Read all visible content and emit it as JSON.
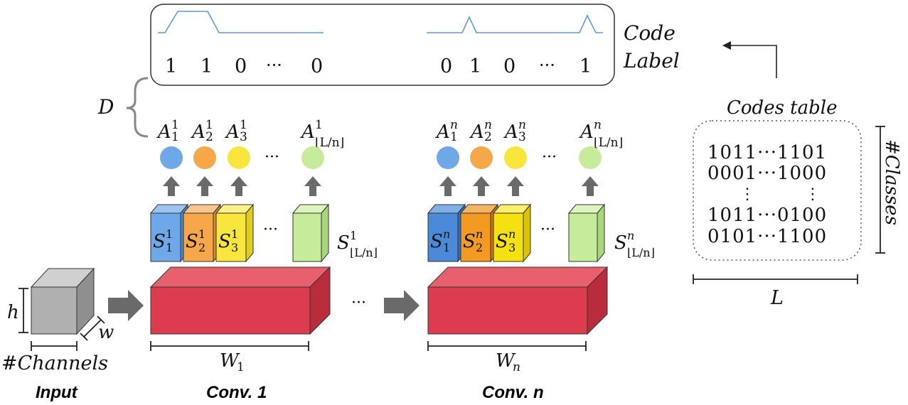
{
  "code_label": {
    "title_line1": "Code",
    "title_line2": "Label",
    "bits_left": [
      "1",
      "1",
      "0",
      "···",
      "0"
    ],
    "bits_right": [
      "0",
      "1",
      "0",
      "···",
      "1"
    ]
  },
  "dimension_d": "D",
  "conv1": {
    "activations": [
      "A",
      "A",
      "A",
      "···",
      "A"
    ],
    "activation_sub": [
      "1",
      "2",
      "3",
      "",
      "⌊L/n⌋"
    ],
    "activation_sup": "1",
    "segments": [
      "S",
      "S",
      "S",
      "···"
    ],
    "segment_sub": [
      "1",
      "2",
      "3"
    ],
    "segment_last": "S",
    "segment_last_sub": "⌊L/n⌋",
    "width": "W",
    "width_sub": "1",
    "caption": "Conv. 1"
  },
  "convn": {
    "activations": [
      "A",
      "A",
      "A",
      "···",
      "A"
    ],
    "activation_sub": [
      "1",
      "2",
      "3",
      "",
      "⌊L/n⌋"
    ],
    "activation_sup": "n",
    "segments": [
      "S",
      "S",
      "S",
      "···"
    ],
    "segment_sub": [
      "1",
      "2",
      "3"
    ],
    "segment_last": "S",
    "segment_last_sub": "⌊L/n⌋",
    "width": "W",
    "width_sub": "n",
    "caption": "Conv. n"
  },
  "between_ellipsis": "···",
  "input": {
    "h": "h",
    "w": "w",
    "channels": "#Channels",
    "caption": "Input"
  },
  "codes_table": {
    "title": "Codes table",
    "rows": [
      "1011···1101",
      "0001···1000",
      "⋮          ⋮",
      "1011···0100",
      "0101···1100"
    ],
    "classes_label": "#Classes",
    "length_label": "L"
  },
  "colors": {
    "blue": "#6fa8e8",
    "orange": "#f5a74a",
    "yellow": "#f8e63c",
    "green": "#c6eb9b",
    "red": "#dc3c4e",
    "gray": "#b0b0b0",
    "signal": "#5b9bd5"
  }
}
